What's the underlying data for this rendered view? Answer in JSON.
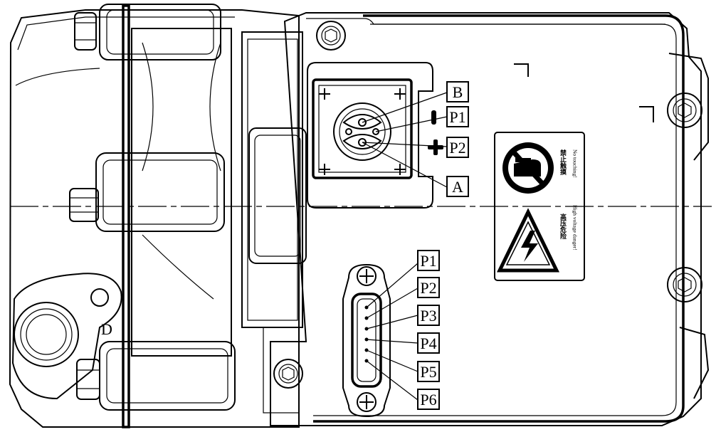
{
  "hv_connector": {
    "label_B": "B",
    "label_P1": "P1",
    "label_P2": "P2",
    "label_A": "A",
    "minus_sign": "−",
    "plus_sign": "+"
  },
  "lv_connector": {
    "pins": [
      "P1",
      "P2",
      "P3",
      "P4",
      "P5",
      "P6"
    ]
  },
  "warning_label": {
    "no_touch_cn": "禁止触摸",
    "no_touch_en": "No touching!",
    "high_voltage_cn": "高压危险",
    "high_voltage_en": "High voltage danger!"
  },
  "housing": {
    "mark_D": "D"
  }
}
